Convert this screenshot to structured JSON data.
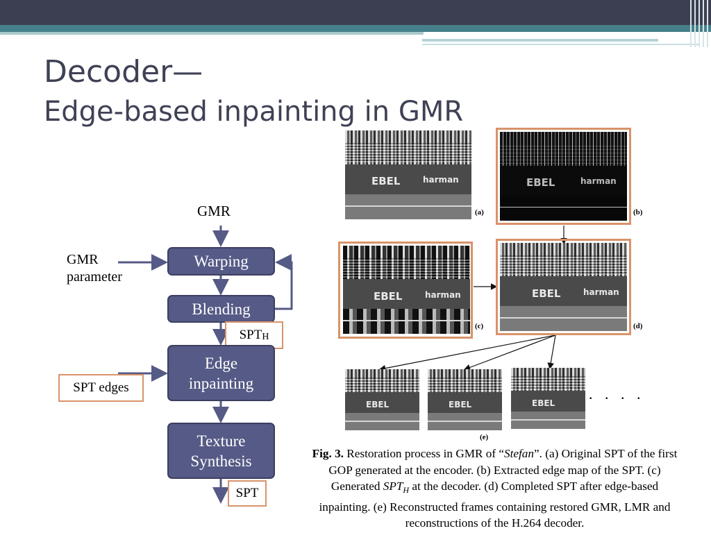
{
  "slide": {
    "title_line1": "Decoder—",
    "title_line2": "Edge-based inpainting in GMR"
  },
  "diagram": {
    "input_label": "GMR",
    "param_label": "GMR\nparameter",
    "warping": "Warping",
    "blending": "Blending",
    "spth_main": "SPT",
    "spth_sub": "H",
    "edge_inpainting": "Edge\ninpainting",
    "spt_edges": "SPT edges",
    "texture_synthesis": "Texture\nSynthesis",
    "spt_out": "SPT"
  },
  "figure": {
    "panels": {
      "a": "(a)",
      "b": "(b)",
      "c": "(c)",
      "d": "(d)",
      "e": "(e)"
    },
    "ad_text_1": "EBEL",
    "ad_text_2": "harman",
    "ellipsis": ". . . .",
    "caption": {
      "fig_label": "Fig. 3.",
      "part1": " Restoration process in GMR of “",
      "stefan": "Stefan",
      "part2": "”. (a) Original SPT of the first GOP generated at the encoder. (b) Extracted edge map of the SPT. (c) Generated ",
      "spt": "SPT",
      "sub_h": "H",
      "part3": " at the decoder. (d) Completed SPT after edge-based inpainting. (e) Reconstructed frames containing restored GMR, LMR and reconstructions of the H.264 decoder."
    }
  },
  "colors": {
    "header_dark": "#3c3f52",
    "header_teal": "#46808a",
    "box_fill": "#555a86",
    "highlight_border": "#d8936a",
    "arrow": "#555a86"
  }
}
